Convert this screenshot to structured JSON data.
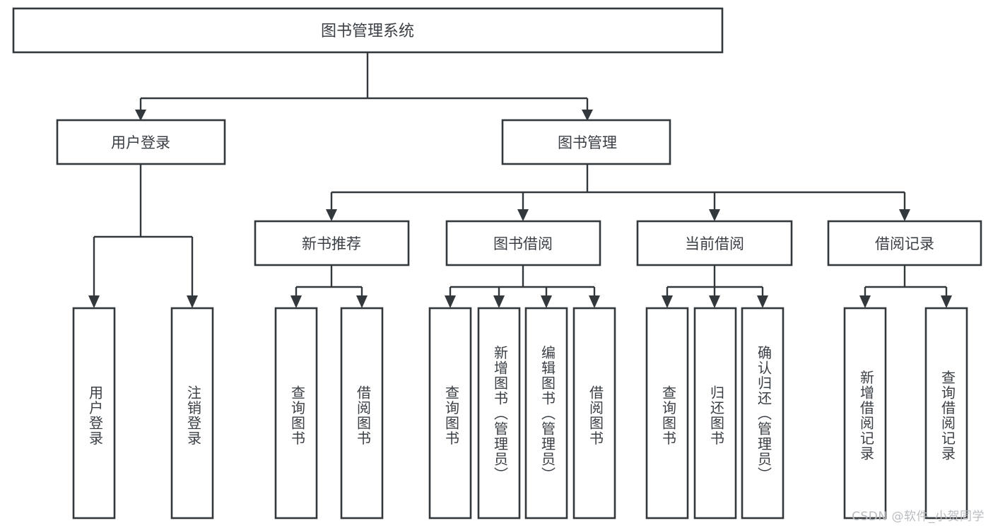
{
  "diagram": {
    "type": "tree",
    "title": "图书管理系统",
    "watermark": "CSDN @软件_小贺同学",
    "nodes": {
      "root": {
        "label": "图书管理系统"
      },
      "l2": [
        {
          "label": "用户登录"
        },
        {
          "label": "图书管理"
        }
      ],
      "l3": [
        {
          "label": "新书推荐"
        },
        {
          "label": "图书借阅"
        },
        {
          "label": "当前借阅"
        },
        {
          "label": "借阅记录"
        }
      ],
      "leaves": [
        {
          "label": "用户登录"
        },
        {
          "label": "注销登录"
        },
        {
          "label": "查询图书"
        },
        {
          "label": "借阅图书"
        },
        {
          "label": "查询图书"
        },
        {
          "label": "新增图书（管理员）"
        },
        {
          "label": "编辑图书（管理员）"
        },
        {
          "label": "借阅图书"
        },
        {
          "label": "查询图书"
        },
        {
          "label": "归还图书"
        },
        {
          "label": "确认归还（管理员）"
        },
        {
          "label": "新增借阅记录"
        },
        {
          "label": "查询借阅记录"
        }
      ]
    },
    "colors": {
      "box_fill": "#ffffff",
      "box_stroke": "#33383d",
      "text": "#3a3f45",
      "watermark": "#b9bcc0",
      "background": "#ffffff"
    }
  }
}
